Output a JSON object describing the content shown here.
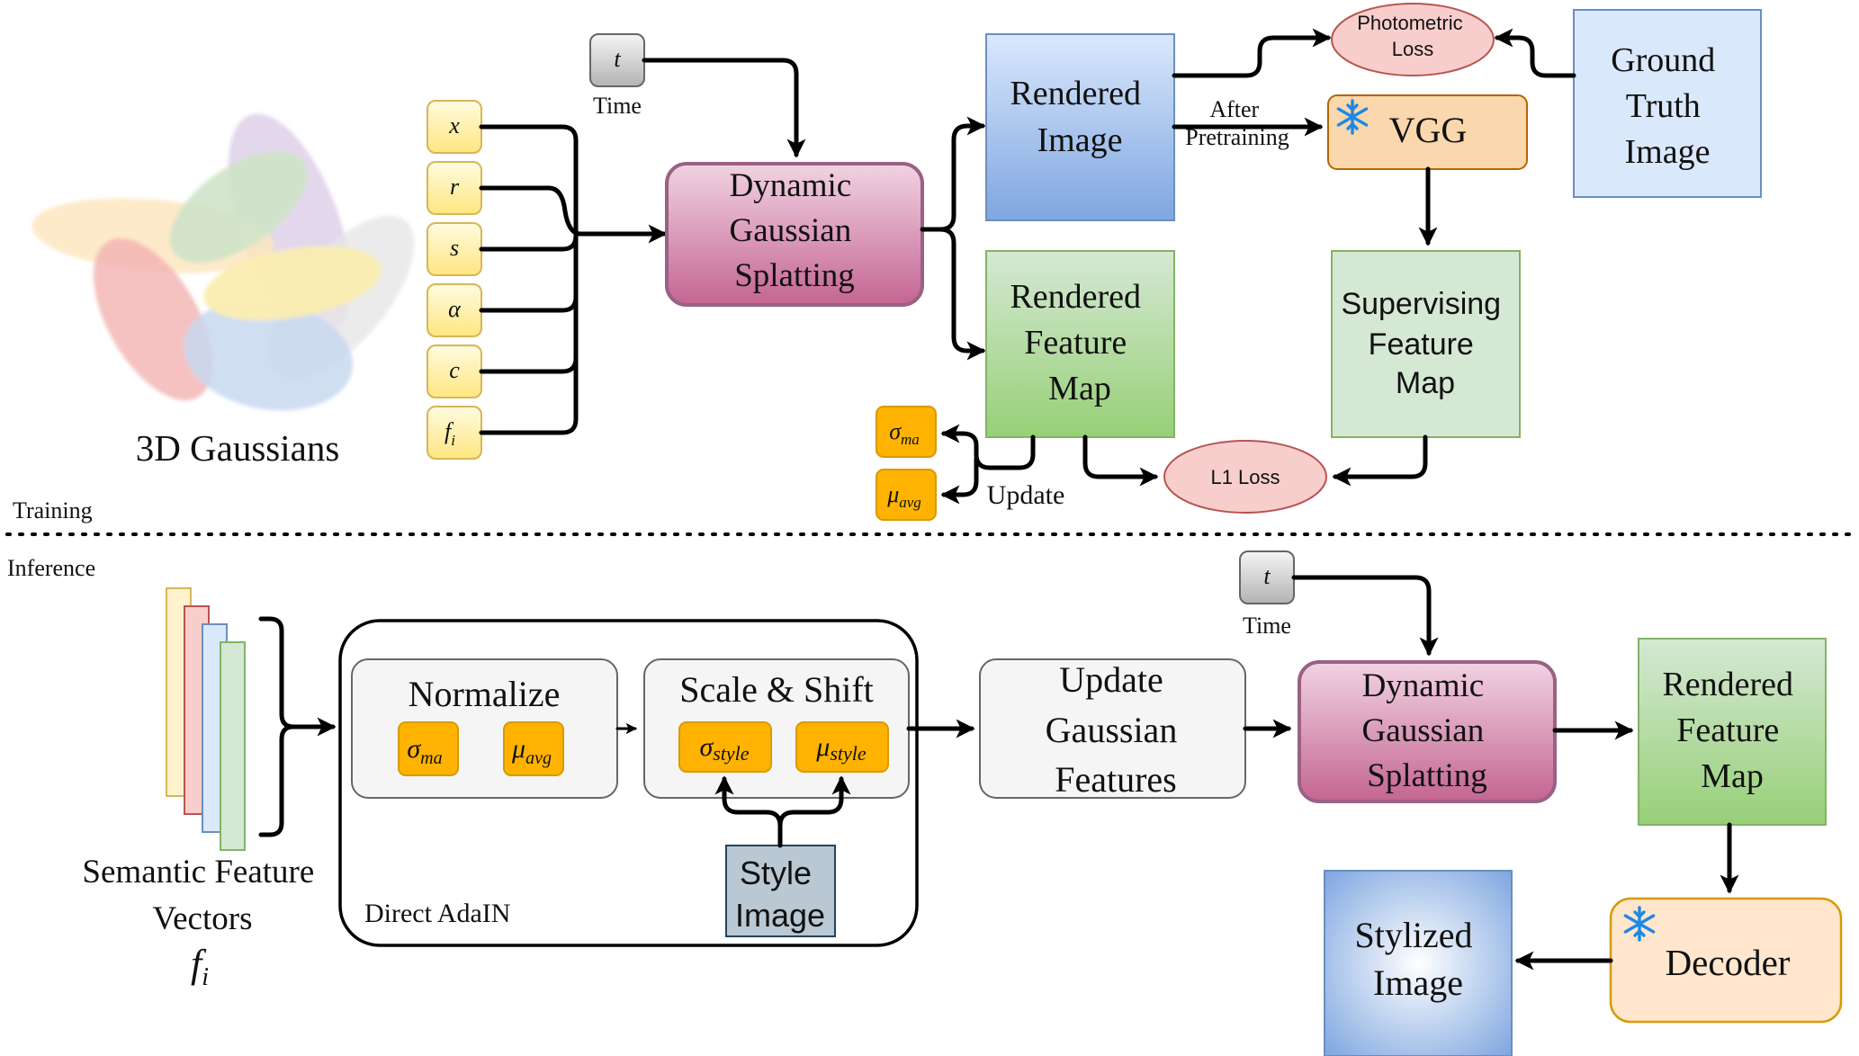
{
  "sections": {
    "training": "Training",
    "inference": "Inference"
  },
  "gaussians": {
    "label": "3D Gaussians",
    "attributes": [
      {
        "base": "x",
        "sub": ""
      },
      {
        "base": "r",
        "sub": ""
      },
      {
        "base": "s",
        "sub": ""
      },
      {
        "base": "α",
        "sub": ""
      },
      {
        "base": "c",
        "sub": ""
      },
      {
        "base": "f",
        "sub": "i"
      }
    ]
  },
  "training": {
    "time_token": "t",
    "time_label": "Time",
    "splatting": [
      "Dynamic",
      "Gaussian",
      "Splatting"
    ],
    "rendered_image": [
      "Rendered",
      "Image"
    ],
    "rendered_feature_map": [
      "Rendered",
      "Feature",
      "Map"
    ],
    "photometric_loss": [
      "Photometric",
      "Loss"
    ],
    "vgg": "VGG",
    "after_pretraining": [
      "After",
      "Pretraining"
    ],
    "ground_truth": [
      "Ground",
      "Truth",
      "Image"
    ],
    "supervising_feature_map": [
      "Supervising",
      "Feature",
      "Map"
    ],
    "l1_loss": "L1 Loss",
    "update": "Update",
    "sigma_token": {
      "base": "σ",
      "sub": "ma"
    },
    "mu_token": {
      "base": "μ",
      "sub": "avg"
    }
  },
  "inference": {
    "feature_vectors_label": [
      "Semantic Feature",
      "Vectors"
    ],
    "feature_symbol": {
      "base": "f",
      "sub": "i"
    },
    "adain_label": "Direct AdaIN",
    "normalize": "Normalize",
    "scale_shift": "Scale & Shift",
    "norm_sigma": {
      "base": "σ",
      "sub": "ma"
    },
    "norm_mu": {
      "base": "μ",
      "sub": "avg"
    },
    "style_sigma": {
      "base": "σ",
      "sub": "style"
    },
    "style_mu": {
      "base": "μ",
      "sub": "style"
    },
    "style_image": [
      "Style",
      "Image"
    ],
    "update_features": [
      "Update",
      "Gaussian",
      "Features"
    ],
    "time_token": "t",
    "time_label": "Time",
    "splatting": [
      "Dynamic",
      "Gaussian",
      "Splatting"
    ],
    "rendered_feature_map": [
      "Rendered",
      "Feature",
      "Map"
    ],
    "decoder": "Decoder",
    "stylized_image": [
      "Stylized",
      "Image"
    ]
  },
  "colors": {
    "token_yellow": "#fff2a8",
    "token_orange": "#ffb300",
    "splat_pink": "#c46592",
    "rendered_blue": "#7ea6e0",
    "feature_green": "#97d077",
    "supervise_green": "#d5e8d4",
    "vgg_orange": "#fad7ac",
    "ground_truth_blue": "#dae8fc",
    "loss_pink": "#f8cecc",
    "style_gray": "#bac8d3"
  },
  "icons": {
    "frozen": "snowflake-icon"
  }
}
